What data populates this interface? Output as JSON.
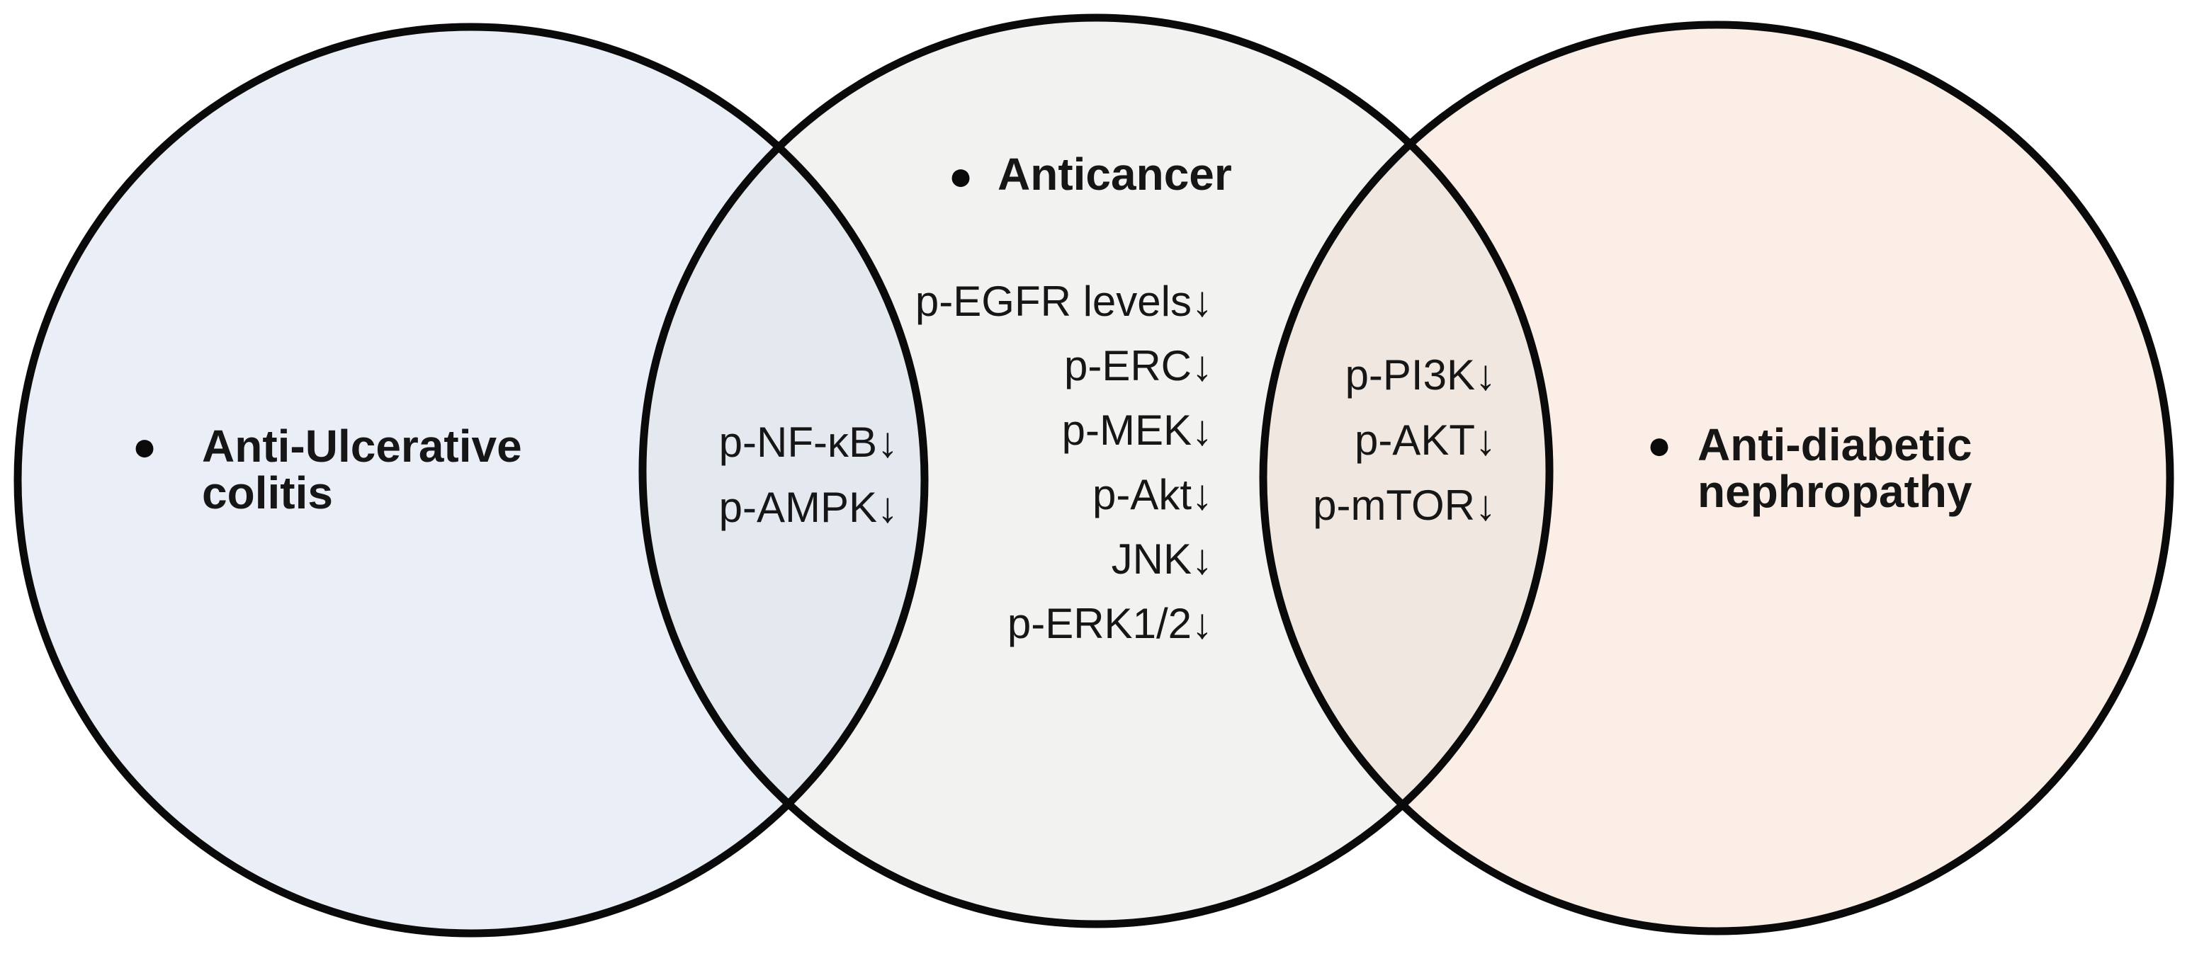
{
  "figure": {
    "type": "venn-diagram-3-sets",
    "icons": {
      "bullet": "●"
    },
    "colors": {
      "left_fill": "#eaeef7",
      "middle_fill": "#f2f2f1",
      "right_fill": "#faeee6",
      "left_middle_overlap_fill": "#e4e8ef",
      "middle_right_overlap_fill": "#efe7e0",
      "outline": "#0a0a0a",
      "text": "#161616"
    },
    "sets": {
      "left": {
        "label_lines": [
          "Anti-Ulcerative",
          "colitis"
        ]
      },
      "middle": {
        "label": "Anticancer",
        "items": [
          "p-EGFR levels↓",
          "p-ERC↓",
          "p-MEK↓",
          "p-Akt↓",
          "JNK↓",
          "p-ERK1/2↓"
        ]
      },
      "right": {
        "label_lines": [
          "Anti-diabetic",
          "nephropathy"
        ]
      }
    },
    "overlaps": {
      "left_middle": {
        "items": [
          "p-NF-κB↓",
          "p-AMPK↓"
        ]
      },
      "middle_right": {
        "items": [
          "p-PI3K↓",
          "p-AKT↓",
          "p-mTOR↓"
        ]
      }
    }
  }
}
